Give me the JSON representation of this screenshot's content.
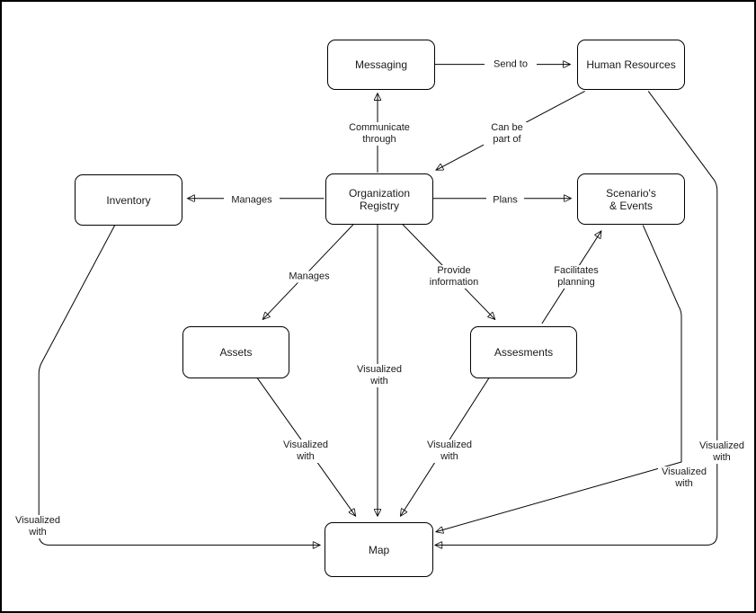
{
  "diagram": {
    "background_color": "#ffffff",
    "stroke_color": "#000000",
    "text_color": "#1a1a1a"
  },
  "nodes": {
    "messaging": {
      "label": "Messaging"
    },
    "human_resources": {
      "label": "Human Resources"
    },
    "inventory": {
      "label": "Inventory"
    },
    "organization_registry": {
      "label": "Organization Registry"
    },
    "scenarios_events": {
      "label": "Scenario's & Events"
    },
    "assets": {
      "label": "Assets"
    },
    "assesments": {
      "label": "Assesments"
    },
    "map": {
      "label": "Map"
    }
  },
  "edges": {
    "send_to": {
      "label": "Send to",
      "from": "Messaging",
      "to": "Human Resources"
    },
    "communicate_through": {
      "label": "Communicate through",
      "from": "Organization Registry",
      "to": "Messaging"
    },
    "can_be_part_of": {
      "label": "Can be part of",
      "from": "Human Resources",
      "to": "Organization Registry"
    },
    "manages_inventory": {
      "label": "Manages",
      "from": "Organization Registry",
      "to": "Inventory"
    },
    "plans": {
      "label": "Plans",
      "from": "Organization Registry",
      "to": "Scenario's & Events"
    },
    "manages_assets": {
      "label": "Manages",
      "from": "Organization Registry",
      "to": "Assets"
    },
    "provide_information": {
      "label": "Provide information",
      "from": "Organization Registry",
      "to": "Assesments"
    },
    "facilitates_planning": {
      "label": "Facilitates planning",
      "from": "Assesments",
      "to": "Scenario's & Events"
    },
    "visualized_org_map": {
      "label": "Visualized with",
      "from": "Organization Registry",
      "to": "Map"
    },
    "visualized_assets_map": {
      "label": "Visualized with",
      "from": "Assets",
      "to": "Map"
    },
    "visualized_assesments_map": {
      "label": "Visualized with",
      "from": "Assesments",
      "to": "Map"
    },
    "visualized_inventory_map": {
      "label": "Visualized with",
      "from": "Inventory",
      "to": "Map"
    },
    "visualized_hr_map": {
      "label": "Visualized with",
      "from": "Human Resources",
      "to": "Map"
    },
    "visualized_scenarios_map": {
      "label": "Visualized with",
      "from": "Scenario's & Events",
      "to": "Map"
    }
  }
}
